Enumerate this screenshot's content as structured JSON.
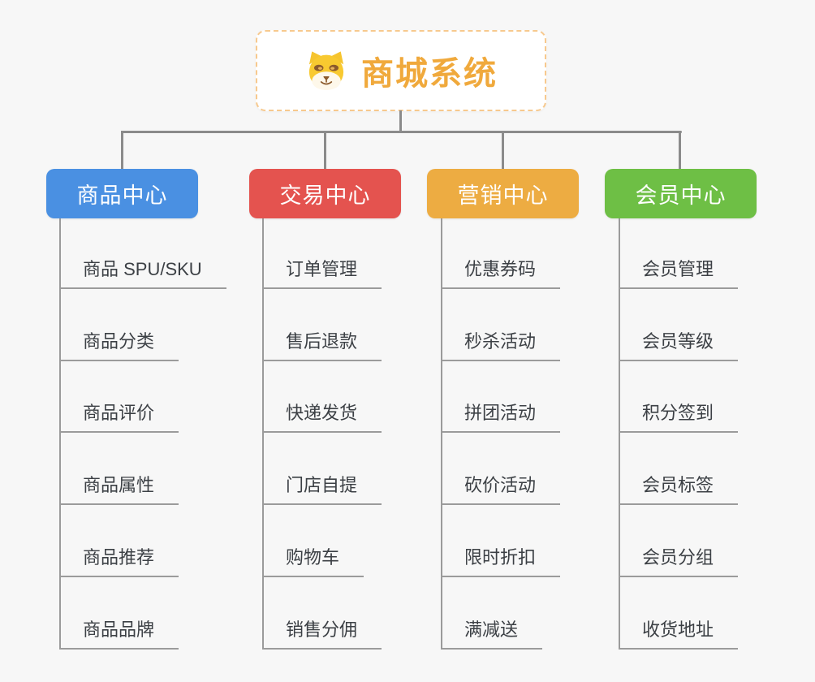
{
  "root": {
    "title": "商城系统",
    "icon": "shiba-dog-icon"
  },
  "branches": [
    {
      "label": "商品中心",
      "color": "#4a90e2",
      "items": [
        "商品 SPU/SKU",
        "商品分类",
        "商品评价",
        "商品属性",
        "商品推荐",
        "商品品牌"
      ]
    },
    {
      "label": "交易中心",
      "color": "#e4534f",
      "items": [
        "订单管理",
        "售后退款",
        "快递发货",
        "门店自提",
        "购物车",
        "销售分佣"
      ]
    },
    {
      "label": "营销中心",
      "color": "#edac42",
      "items": [
        "优惠券码",
        "秒杀活动",
        "拼团活动",
        "砍价活动",
        "限时折扣",
        "满减送"
      ]
    },
    {
      "label": "会员中心",
      "color": "#6ebf45",
      "items": [
        "会员管理",
        "会员等级",
        "积分签到",
        "会员标签",
        "会员分组",
        "收货地址"
      ]
    }
  ],
  "colors": {
    "background": "#f7f7f7",
    "main_connector": "#8b8b8b",
    "sub_connector": "#9b9b9b",
    "root_border": "#f7c98e",
    "root_title": "#f0a93c",
    "leaf_text": "#3c4045"
  }
}
